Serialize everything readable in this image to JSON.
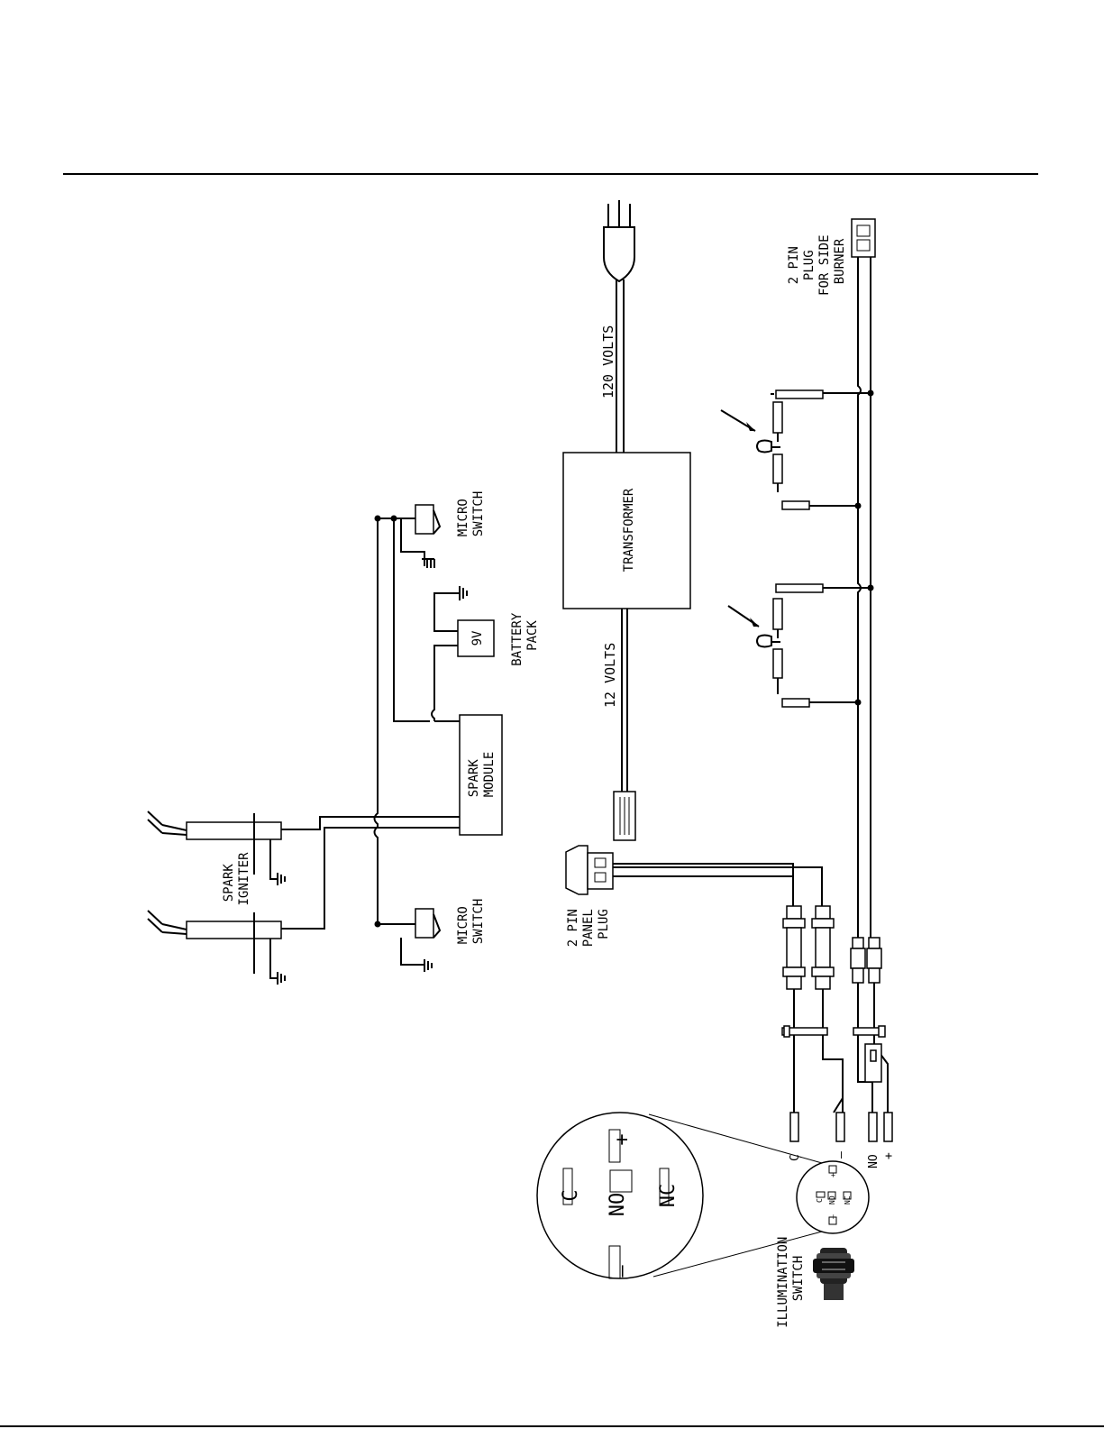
{
  "labels": {
    "volts_120": "120 VOLTS",
    "volts_12": "12 VOLTS",
    "transformer": "TRANSFORMER",
    "plug_side_burner": [
      "2 PIN",
      "PLUG",
      "FOR SIDE",
      "BURNER"
    ],
    "micro_switch_top": [
      "MICRO",
      "SWITCH"
    ],
    "micro_switch_bottom": [
      "MICRO",
      "SWITCH"
    ],
    "battery_pack": [
      "BATTERY",
      "PACK"
    ],
    "battery_value": "9V",
    "spark_module": [
      "SPARK",
      "MODULE"
    ],
    "spark_igniter": [
      "SPARK",
      "IGNITER"
    ],
    "panel_plug": [
      "2 PIN",
      "PANEL",
      "PLUG"
    ],
    "illumination_switch": [
      "ILLUMINATION",
      "SWITCH"
    ],
    "terminal_c": "C",
    "terminal_minus": "–",
    "terminal_no": "NO",
    "terminal_plus": "+",
    "detail_c": "C",
    "detail_no": "NO",
    "detail_nc": "NC",
    "detail_plus": "+",
    "detail_minus": "–"
  }
}
